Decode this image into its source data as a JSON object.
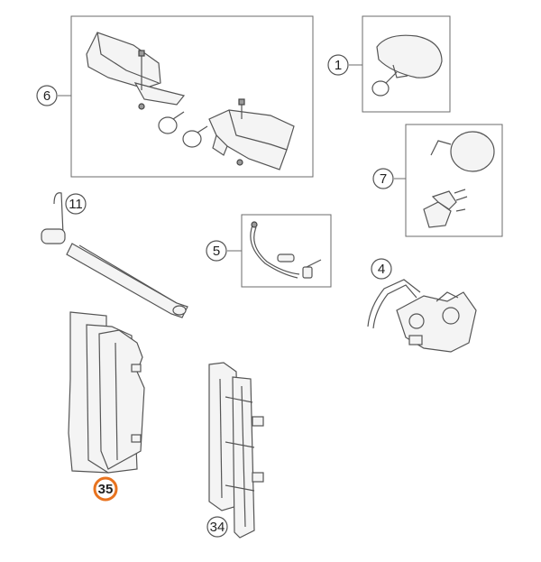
{
  "callouts": [
    {
      "id": "c1",
      "label": "1"
    },
    {
      "id": "c4",
      "label": "4"
    },
    {
      "id": "c5",
      "label": "5"
    },
    {
      "id": "c6",
      "label": "6"
    },
    {
      "id": "c7",
      "label": "7"
    },
    {
      "id": "c11",
      "label": "11"
    },
    {
      "id": "c34",
      "label": "34"
    },
    {
      "id": "c35",
      "label": "35"
    }
  ],
  "selected_callout": "35",
  "colors": {
    "highlight_ring": "#e8731f",
    "line": "#555555",
    "frame": "#6b6b6b",
    "part_fill": "#f4f4f4"
  }
}
